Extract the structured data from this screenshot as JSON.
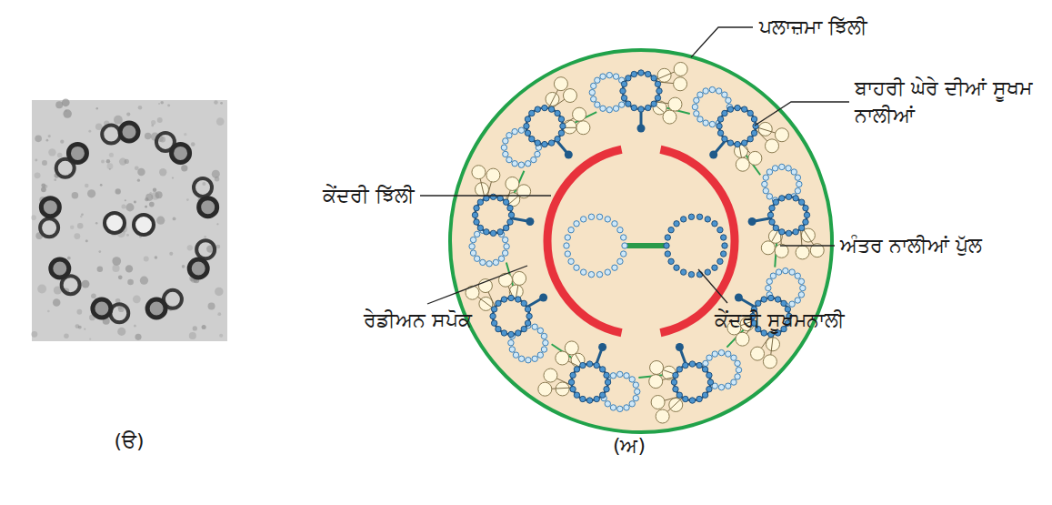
{
  "diagram": {
    "labels": [
      "ਪਲਾਜ਼ਮਾ ਝਿੱਲੀ",
      "ਬਾਹਰੀ ਘੇਰੇ ਦੀਆਂ ਸੂਖਮ ਨਾਲੀਆਂ",
      "ਕੇਂਦਰੀ ਝਿੱਲੀ",
      "ਅੰਤਰ ਨਾਲੀਆਂ ਪੁੱਲ",
      "ਕੇਂਦਰੀ ਸੂਖਮਨਾਲੀ",
      "ਰੇਡੀਅਨ ਸਪੋਕ",
      "(ੳ)",
      "(ਅ)"
    ]
  }
}
